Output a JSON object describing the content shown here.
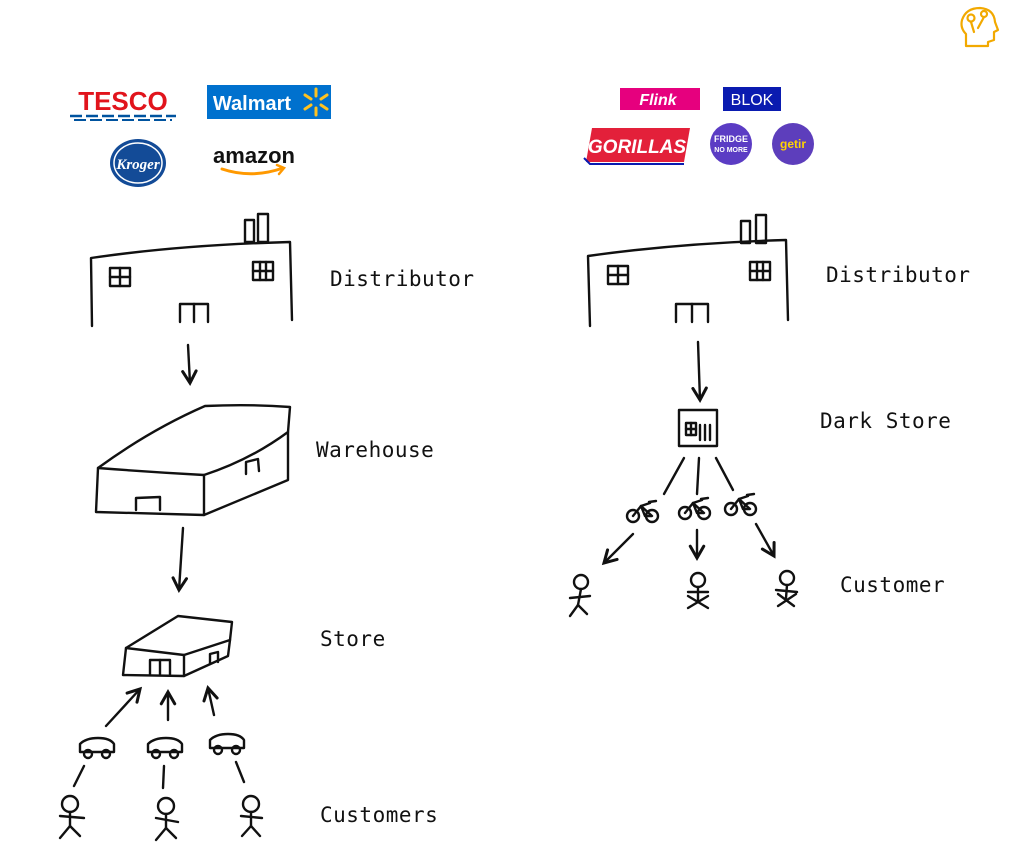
{
  "colors": {
    "ink": "#111111",
    "tesco_red": "#e1141c",
    "tesco_blue": "#00539f",
    "walmart_blue": "#0071ce",
    "walmart_yellow": "#ffc220",
    "kroger_blue": "#134b97",
    "amazon_orange": "#ff9900",
    "flink_pink": "#e6007e",
    "blok_blue": "#0a1bb0",
    "gorillas_red": "#e3203a",
    "fridge_purple": "#5b3cc4",
    "getir_purple": "#5d3ebc",
    "getir_yellow": "#ffd300",
    "corner_icon": "#f2a900"
  },
  "icons": {
    "corner": "idea-head-icon"
  },
  "left_logos": {
    "tesco": "TESCO",
    "walmart": "Walmart",
    "kroger": "Kroger",
    "amazon": "amazon"
  },
  "right_logos": {
    "flink": "Flink",
    "blok": "BLOK",
    "gorillas": "GORILLAS",
    "fridge_line1": "FRIDGE",
    "fridge_line2": "NO MORE",
    "getir": "getir"
  },
  "left_chain": {
    "distributor": "Distributor",
    "warehouse": "Warehouse",
    "store": "Store",
    "customers": "Customers"
  },
  "right_chain": {
    "distributor": "Distributor",
    "dark_store": "Dark Store",
    "customer": "Customer"
  }
}
